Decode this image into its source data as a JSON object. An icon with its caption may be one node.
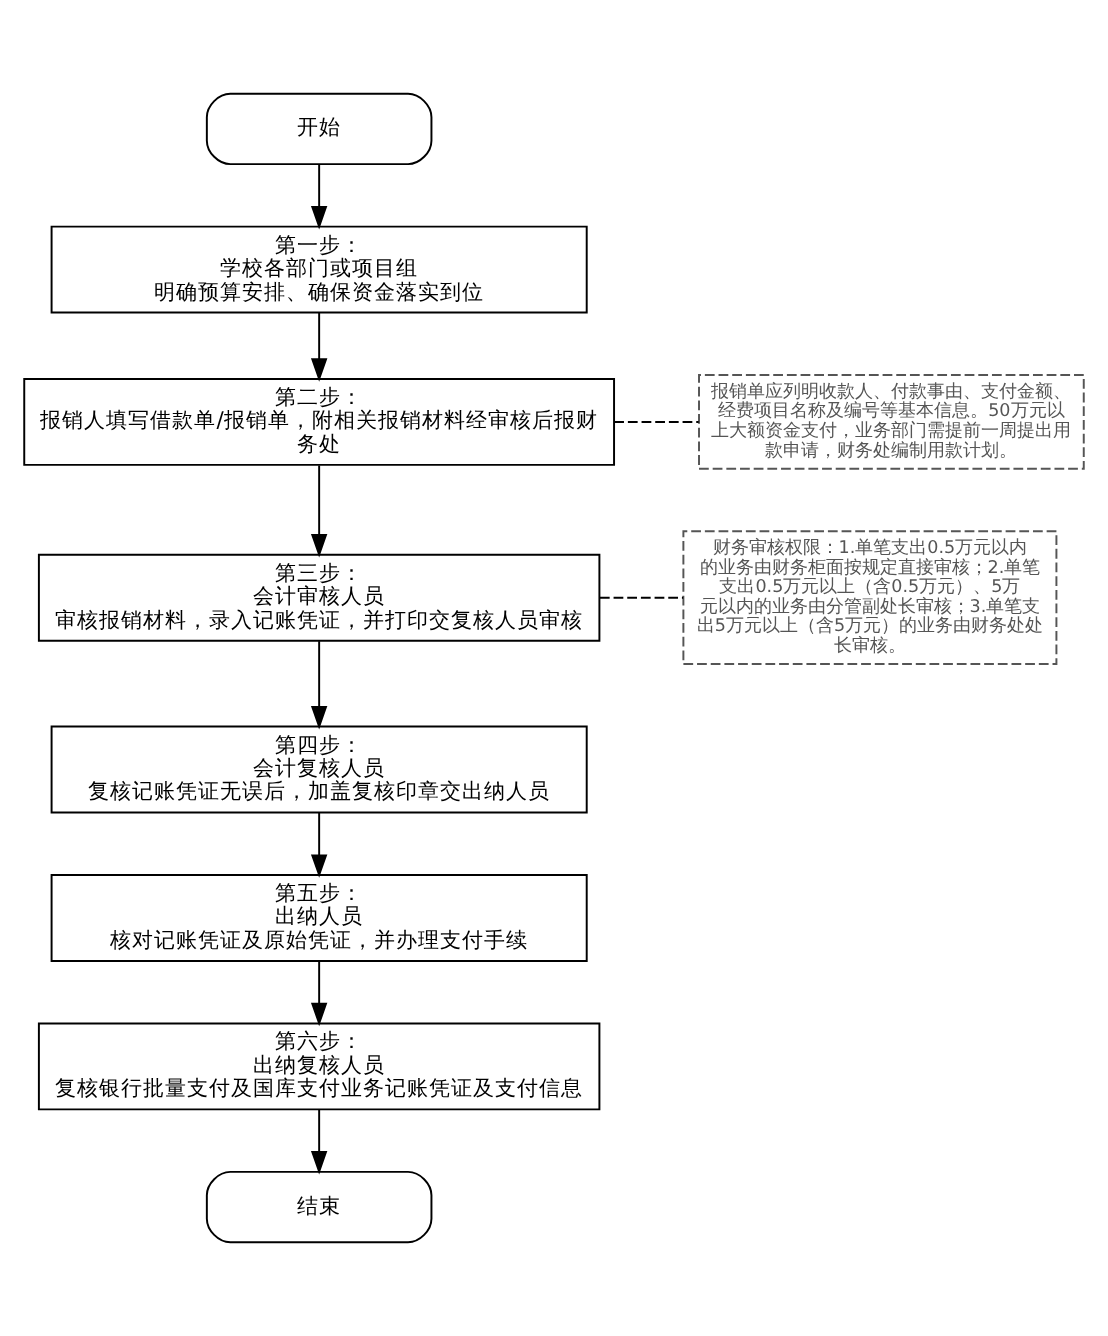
{
  "diagram": {
    "nodes": [
      {
        "text": [
          "开始"
        ]
      },
      {
        "text": [
          "第一步：",
          "学校各部门或项目组",
          "明确预算安排、确保资金落实到位"
        ]
      },
      {
        "text": [
          "报销单应列明收款人、付款事由、支付金额、经费项目名称及编号等基本信息。50万元以上大额资金支付，业务部门需提前一周提出用款申请，财务处编制用款计划。"
        ]
      },
      {
        "text": [
          "第二步：",
          "报销人填写借款单/报销单，附相关报销材料经审核后报财务处"
        ]
      },
      {
        "text": [
          "财务审核权限：1.单笔支出0.5万元以内的业务由财务柜面按规定直接审核；2.单笔支出0.5万元以上（含0.5万元）、5万元以内的业务由分管副处长审核；3.单笔支出5万元以上（含5万元）的业务由财务处处长审核。"
        ]
      },
      {
        "text": [
          "第三步：",
          "会计审核人员",
          "审核报销材料，录入记账凭证，并打印交复核人员审核"
        ]
      },
      {
        "text": [
          "第四步：",
          "会计复核人员",
          "复核记账凭证无误后，加盖复核印章交出纳人员"
        ]
      },
      {
        "text": [
          "第五步：",
          "出纳人员",
          "核对记账凭证及原始凭证，并办理支付手续"
        ]
      },
      {
        "text": [
          "第六步：",
          "出纳复核人员",
          "复核银行批量支付及国库支付业务记账凭证及支付信息"
        ]
      },
      {
        "text": [
          "结束"
        ]
      }
    ],
    "edges": [
      {
        "from": 0,
        "to": 1,
        "arrow": "to"
      },
      {
        "from": 1,
        "to": 3,
        "arrow": "to"
      },
      {
        "from": 3,
        "to": 2,
        "arrow": "none",
        "style": "dashed"
      },
      {
        "from": 3,
        "to": 5,
        "arrow": "to"
      },
      {
        "from": 5,
        "to": 4,
        "arrow": "none",
        "style": "dashed"
      },
      {
        "from": 5,
        "to": 6,
        "arrow": "to"
      },
      {
        "from": 6,
        "to": 7,
        "arrow": "to"
      },
      {
        "from": 7,
        "to": 8,
        "arrow": "to"
      },
      {
        "from": 8,
        "to": 9,
        "arrow": "to"
      }
    ]
  }
}
